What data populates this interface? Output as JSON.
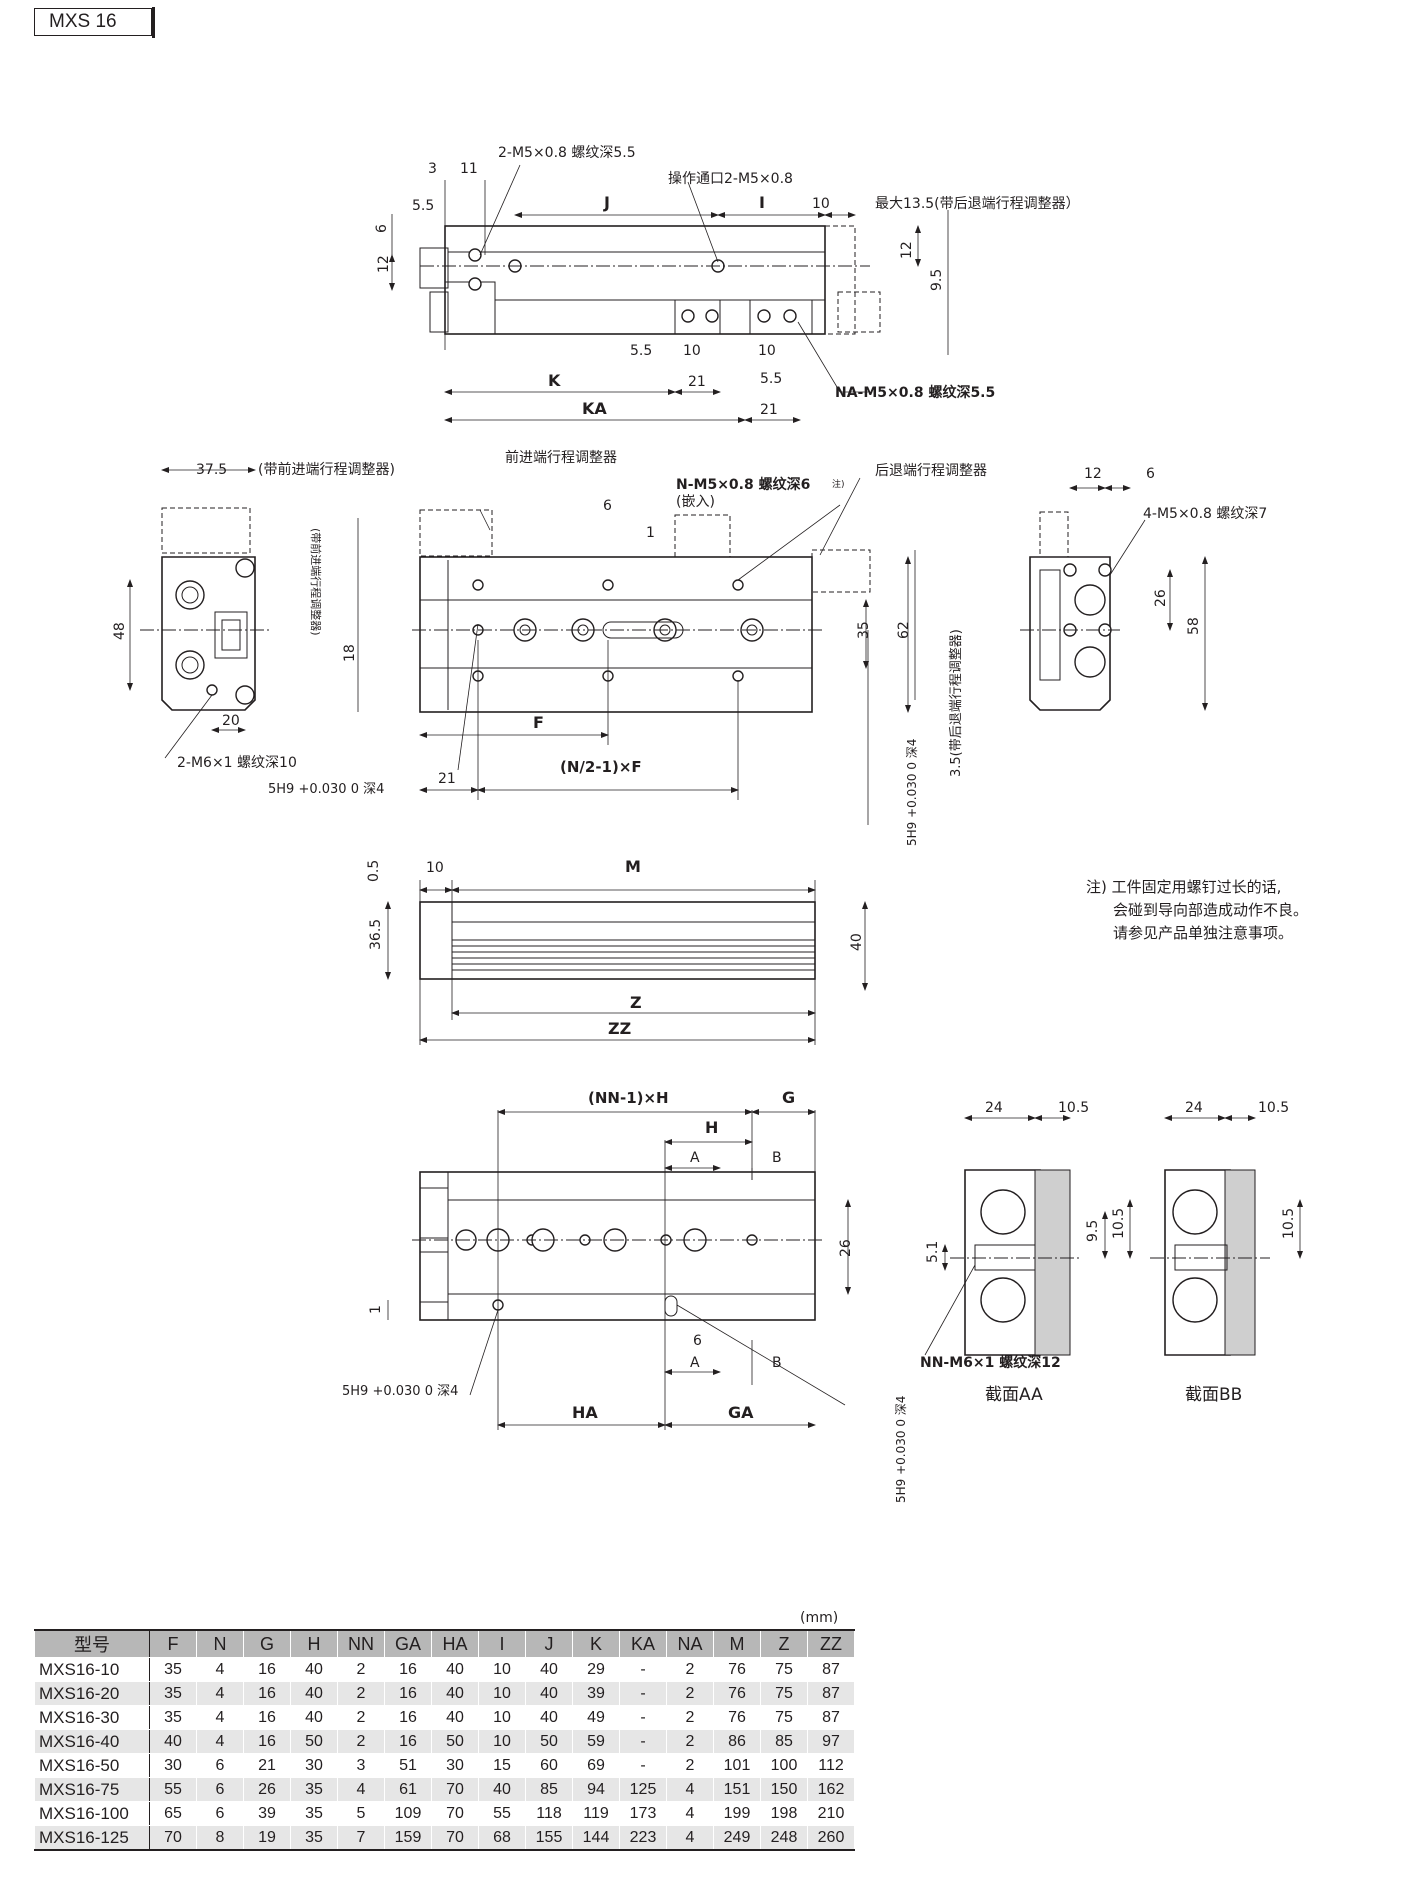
{
  "series": "MXS 16",
  "top_view": {
    "note_tap_top": "2-M5×0.8 螺纹深5.5",
    "note_port": "操作通口2-M5×0.8",
    "note_max": "最大13.5(带后退端行程调整器）",
    "note_na": "NA-M5×0.8 螺纹深5.5",
    "dims": [
      "3",
      "11",
      "5.5",
      "6",
      "12",
      "J",
      "I",
      "10",
      "12",
      "9.5",
      "5.5",
      "10",
      "10",
      "5.5",
      "K",
      "KA",
      "21",
      "21"
    ]
  },
  "side_left": {
    "dim_375": "37.5",
    "note_fwd": "(带前进端行程调整器)",
    "dim_48": "48",
    "dim_20": "20",
    "note_tap": "2-M6×1 螺纹深10"
  },
  "front_view": {
    "label_fwd_adjuster": "前进端行程调整器",
    "note_n_tap": "N-M5×0.8 螺纹深6",
    "note_sup": "注)",
    "note_insert": "(嵌入)",
    "label_back_adjuster": "后退端行程调整器",
    "dim_18": "18",
    "vert_fwd": "(带前进端行程调整器)",
    "dims": [
      "6",
      "1",
      "35",
      "62",
      "F",
      "21"
    ],
    "formula": "(N/2-1)×F",
    "pin_hole_left": "5H9 +0.030 0 深4",
    "pin_hole_right": "5H9 +0.030 0 深4",
    "vert_back": "3.5(带后退端行程调整器)"
  },
  "side_right": {
    "dims": [
      "12",
      "6",
      "26",
      "58"
    ],
    "note_tap": "4-M5×0.8 螺纹深7"
  },
  "elevation": {
    "dims": [
      "0.5",
      "10",
      "M",
      "36.5",
      "40",
      "Z",
      "ZZ"
    ]
  },
  "note_lines": [
    "注) 工件固定用螺钉过长的话,",
    "会碰到导向部造成动作不良。",
    "请参见产品单独注意事项。"
  ],
  "bottom_view": {
    "dims": [
      "(NN-1)×H",
      "G",
      "H",
      "A",
      "B",
      "26",
      "1",
      "6",
      "A",
      "B",
      "HA",
      "GA"
    ],
    "pin_hole": "5H9 +0.030 0 深4",
    "pin_hole_right": "5H9 +0.030 0 深4"
  },
  "sections": {
    "aa_dims": [
      "24",
      "10.5",
      "5.1",
      "9.5",
      "10.5"
    ],
    "bb_dims": [
      "24",
      "10.5",
      "10.5"
    ],
    "nn_note": "NN-M6×1 螺纹深12",
    "aa_label": "截面AA",
    "bb_label": "截面BB"
  },
  "table": {
    "unit": "(mm)",
    "headers": [
      "型号",
      "F",
      "N",
      "G",
      "H",
      "NN",
      "GA",
      "HA",
      "I",
      "J",
      "K",
      "KA",
      "NA",
      "M",
      "Z",
      "ZZ"
    ],
    "rows": [
      [
        "MXS16-10",
        "35",
        "4",
        "16",
        "40",
        "2",
        "16",
        "40",
        "10",
        "40",
        "29",
        "-",
        "2",
        "76",
        "75",
        "87"
      ],
      [
        "MXS16-20",
        "35",
        "4",
        "16",
        "40",
        "2",
        "16",
        "40",
        "10",
        "40",
        "39",
        "-",
        "2",
        "76",
        "75",
        "87"
      ],
      [
        "MXS16-30",
        "35",
        "4",
        "16",
        "40",
        "2",
        "16",
        "40",
        "10",
        "40",
        "49",
        "-",
        "2",
        "76",
        "75",
        "87"
      ],
      [
        "MXS16-40",
        "40",
        "4",
        "16",
        "50",
        "2",
        "16",
        "50",
        "10",
        "50",
        "59",
        "-",
        "2",
        "86",
        "85",
        "97"
      ],
      [
        "MXS16-50",
        "30",
        "6",
        "21",
        "30",
        "3",
        "51",
        "30",
        "15",
        "60",
        "69",
        "-",
        "2",
        "101",
        "100",
        "112"
      ],
      [
        "MXS16-75",
        "55",
        "6",
        "26",
        "35",
        "4",
        "61",
        "70",
        "40",
        "85",
        "94",
        "125",
        "4",
        "151",
        "150",
        "162"
      ],
      [
        "MXS16-100",
        "65",
        "6",
        "39",
        "35",
        "5",
        "109",
        "70",
        "55",
        "118",
        "119",
        "173",
        "4",
        "199",
        "198",
        "210"
      ],
      [
        "MXS16-125",
        "70",
        "8",
        "19",
        "35",
        "7",
        "159",
        "70",
        "68",
        "155",
        "144",
        "223",
        "4",
        "249",
        "248",
        "260"
      ]
    ]
  }
}
